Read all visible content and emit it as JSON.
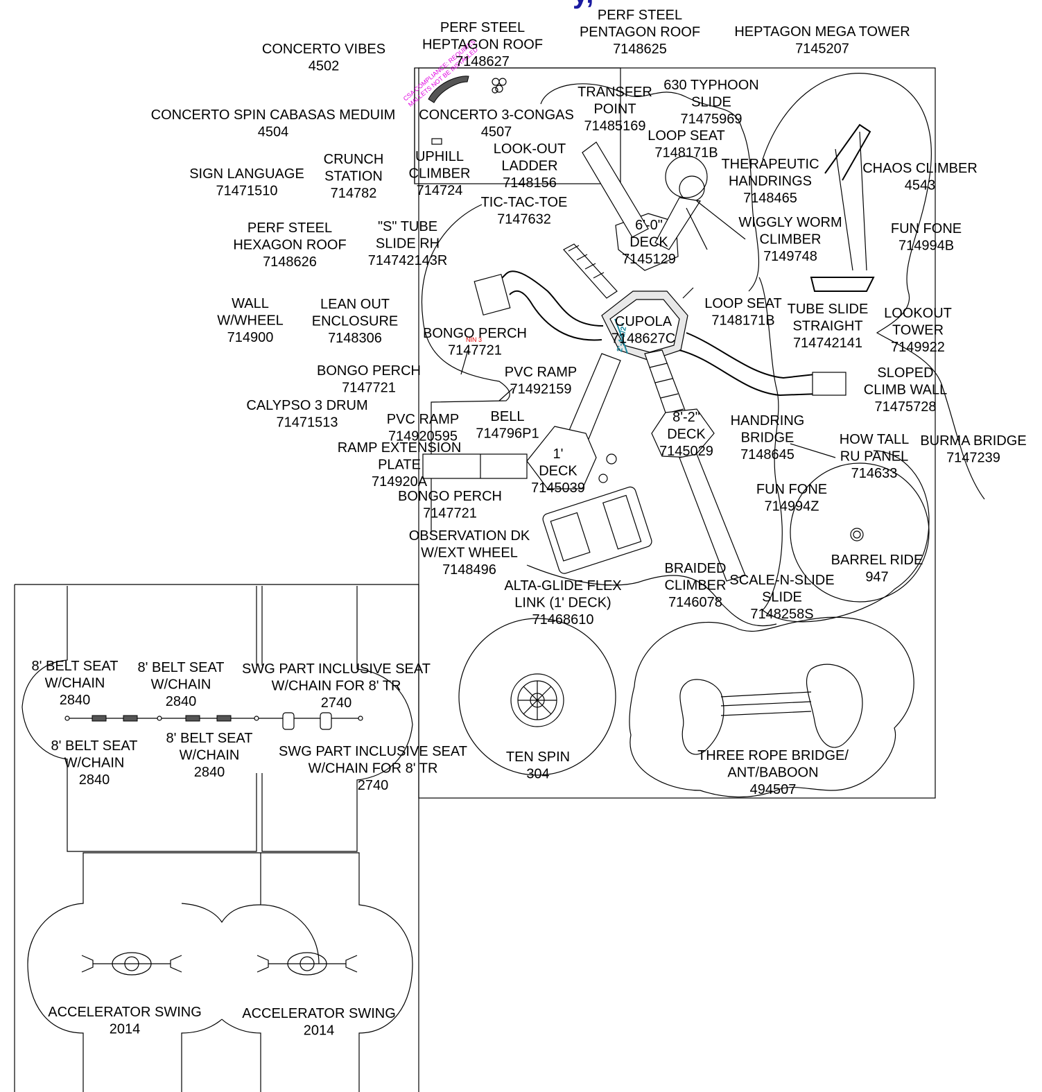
{
  "colors": {
    "line": "#000000",
    "csa_note": "#e000e0",
    "dim_blue": "#1a8aa0",
    "red_mark": "#e00000",
    "header_blue": "#1a1aa0"
  },
  "notes": {
    "csa_line1": "CSA COMPLIANCE: REQUIRES",
    "csa_line2": "MALLETS NOT BE INSTALLED",
    "nin3": "NIN 3",
    "cupola_dim": "2'-4 1/2\"",
    "header_fragment": "y,"
  },
  "labels": [
    {
      "key": "perf-steel-heptagon-roof",
      "lines": [
        "PERF STEEL",
        "HEPTAGON ROOF",
        "7148627"
      ]
    },
    {
      "key": "perf-steel-pentagon-roof",
      "lines": [
        "PERF STEEL",
        "PENTAGON ROOF",
        "7148625"
      ]
    },
    {
      "key": "heptagon-mega-tower",
      "lines": [
        "HEPTAGON MEGA TOWER",
        "7145207"
      ]
    },
    {
      "key": "concerto-vibes",
      "lines": [
        "CONCERTO VIBES",
        "4502"
      ]
    },
    {
      "key": "transfer-point",
      "lines": [
        "TRANSFER",
        "POINT",
        "71485169"
      ]
    },
    {
      "key": "typhoon-slide",
      "lines": [
        "630 TYPHOON",
        "SLIDE",
        "71475969"
      ]
    },
    {
      "key": "concerto-spin-cabasas",
      "lines": [
        "CONCERTO SPIN CABASAS MEDUIM",
        "4504"
      ]
    },
    {
      "key": "concerto-congas",
      "lines": [
        "CONCERTO 3-CONGAS",
        "4507"
      ]
    },
    {
      "key": "loop-seat-top",
      "lines": [
        "LOOP SEAT",
        "7148171B"
      ]
    },
    {
      "key": "crunch-station",
      "lines": [
        "CRUNCH",
        "STATION",
        "714782"
      ]
    },
    {
      "key": "uphill-climber",
      "lines": [
        "UPHILL",
        "CLIMBER",
        "714724"
      ]
    },
    {
      "key": "look-out-ladder",
      "lines": [
        "LOOK-OUT",
        "LADDER",
        "7148156"
      ]
    },
    {
      "key": "therapeutic-handrings",
      "lines": [
        "THERAPEUTIC",
        "HANDRINGS",
        "7148465"
      ]
    },
    {
      "key": "chaos-climber",
      "lines": [
        "CHAOS CLIMBER",
        "4543"
      ]
    },
    {
      "key": "sign-language",
      "lines": [
        "SIGN LANGUAGE",
        "71471510"
      ]
    },
    {
      "key": "tic-tac-toe",
      "lines": [
        "TIC-TAC-TOE",
        "7147632"
      ]
    },
    {
      "key": "perf-steel-hexagon-roof",
      "lines": [
        "PERF STEEL",
        "HEXAGON ROOF",
        "7148626"
      ]
    },
    {
      "key": "s-tube-slide",
      "lines": [
        "\"S\" TUBE",
        "SLIDE RH",
        "714742143R"
      ]
    },
    {
      "key": "deck-6",
      "lines": [
        "6'-0\"",
        "DECK",
        "7145129"
      ]
    },
    {
      "key": "wiggly-worm-climber",
      "lines": [
        "WIGGLY WORM",
        "CLIMBER",
        "7149748"
      ]
    },
    {
      "key": "fun-fone-b",
      "lines": [
        "FUN FONE",
        "714994B"
      ]
    },
    {
      "key": "wall-wheel",
      "lines": [
        "WALL",
        "W/WHEEL",
        "714900"
      ]
    },
    {
      "key": "lean-out-enclosure",
      "lines": [
        "LEAN OUT",
        "ENCLOSURE",
        "7148306"
      ]
    },
    {
      "key": "loop-seat-mid",
      "lines": [
        "LOOP SEAT",
        "7148171B"
      ]
    },
    {
      "key": "tube-slide-straight",
      "lines": [
        "TUBE SLIDE",
        "STRAIGHT",
        "714742141"
      ]
    },
    {
      "key": "lookout-tower",
      "lines": [
        "LOOKOUT",
        "TOWER",
        "7149922"
      ]
    },
    {
      "key": "cupola",
      "lines": [
        "CUPOLA",
        "7148627C"
      ]
    },
    {
      "key": "bongo-perch-1",
      "lines": [
        "BONGO PERCH",
        "7147721"
      ]
    },
    {
      "key": "bongo-perch-2",
      "lines": [
        "BONGO PERCH",
        "7147721"
      ]
    },
    {
      "key": "pvc-ramp-1",
      "lines": [
        "PVC RAMP",
        "71492159"
      ]
    },
    {
      "key": "sloped-climb-wall",
      "lines": [
        "SLOPED",
        "CLIMB WALL",
        "71475728"
      ]
    },
    {
      "key": "calypso-drum",
      "lines": [
        "CALYPSO 3 DRUM",
        "71471513"
      ]
    },
    {
      "key": "pvc-ramp-2",
      "lines": [
        "PVC RAMP",
        "714920595"
      ]
    },
    {
      "key": "bell",
      "lines": [
        "BELL",
        "714796P1"
      ]
    },
    {
      "key": "deck-8-2",
      "lines": [
        "8'-2\"",
        "DECK",
        "7145029"
      ]
    },
    {
      "key": "handring-bridge",
      "lines": [
        "HANDRING",
        "BRIDGE",
        "7148645"
      ]
    },
    {
      "key": "how-tall-panel",
      "lines": [
        "HOW TALL",
        "RU PANEL",
        "714633"
      ]
    },
    {
      "key": "burma-bridge",
      "lines": [
        "BURMA BRIDGE",
        "7147239"
      ]
    },
    {
      "key": "ramp-extension-plate",
      "lines": [
        "RAMP EXTENSION",
        "PLATE",
        "714920A"
      ]
    },
    {
      "key": "deck-1",
      "lines": [
        "1'",
        "DECK",
        "7145039"
      ]
    },
    {
      "key": "fun-fone-z",
      "lines": [
        "FUN FONE",
        "714994Z"
      ]
    },
    {
      "key": "bongo-perch-3",
      "lines": [
        "BONGO PERCH",
        "7147721"
      ]
    },
    {
      "key": "observation-deck",
      "lines": [
        "OBSERVATION DK",
        "W/EXT WHEEL",
        "7148496"
      ]
    },
    {
      "key": "barrel-ride",
      "lines": [
        "BARREL RIDE",
        "947"
      ]
    },
    {
      "key": "braided-climber",
      "lines": [
        "BRAIDED",
        "CLIMBER",
        "7146078"
      ]
    },
    {
      "key": "alta-glide-flex-link",
      "lines": [
        "ALTA-GLIDE FLEX",
        "LINK (1' DECK)",
        "71468610"
      ]
    },
    {
      "key": "scale-n-slide",
      "lines": [
        "SCALE-N-SLIDE",
        "SLIDE",
        "7148258S"
      ]
    },
    {
      "key": "belt-seat-1",
      "lines": [
        "8' BELT SEAT",
        "W/CHAIN",
        "2840"
      ]
    },
    {
      "key": "belt-seat-2",
      "lines": [
        "8' BELT SEAT",
        "W/CHAIN",
        "2840"
      ]
    },
    {
      "key": "swg-inclusive-seat-1",
      "lines": [
        "SWG PART INCLUSIVE SEAT",
        "W/CHAIN FOR 8' TR",
        "2740"
      ]
    },
    {
      "key": "belt-seat-3",
      "lines": [
        "8' BELT SEAT",
        "W/CHAIN",
        "2840"
      ]
    },
    {
      "key": "belt-seat-4",
      "lines": [
        "8' BELT SEAT",
        "W/CHAIN",
        "2840"
      ]
    },
    {
      "key": "swg-inclusive-seat-2",
      "lines": [
        "SWG PART INCLUSIVE SEAT",
        "W/CHAIN FOR 8' TR",
        "2740"
      ]
    },
    {
      "key": "ten-spin",
      "lines": [
        "TEN SPIN",
        "304"
      ]
    },
    {
      "key": "three-rope-bridge",
      "lines": [
        "THREE ROPE BRIDGE/",
        "ANT/BABOON",
        "494507"
      ]
    },
    {
      "key": "accelerator-swing-1",
      "lines": [
        "ACCELERATOR SWING",
        "2014"
      ]
    },
    {
      "key": "accelerator-swing-2",
      "lines": [
        "ACCELERATOR SWING",
        "2014"
      ]
    }
  ]
}
